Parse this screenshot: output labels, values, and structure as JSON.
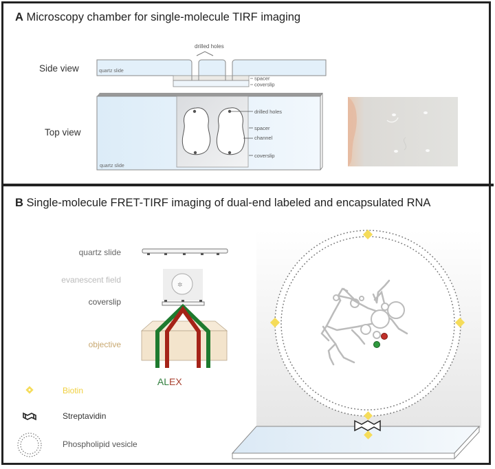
{
  "panel_a": {
    "letter": "A",
    "title": "Microscopy chamber for single-molecule TIRF imaging",
    "side_view": {
      "label": "Side view",
      "slide_label": "quartz slide",
      "holes_label": "drilled holes",
      "spacer_label": "spacer",
      "coverslip_label": "coverslip"
    },
    "top_view": {
      "label": "Top view",
      "slide_label": "quartz slide",
      "holes_label": "drilled holes",
      "spacer_label": "spacer",
      "channel_label": "channel",
      "coverslip_label": "coverslip"
    },
    "photo": {
      "description": "photograph of assembled chamber"
    }
  },
  "panel_b": {
    "letter": "B",
    "title": "Single-molecule FRET-TIRF imaging of dual-end labeled and encapsulated RNA",
    "setup_labels": {
      "quartz_slide": "quartz slide",
      "evanescent_field": "evanescent field",
      "coverslip": "coverslip",
      "objective": "objective",
      "alex_a": "AL",
      "alex_b": "EX"
    },
    "legend": [
      {
        "icon": "biotin-diamond-icon",
        "label": "Biotin"
      },
      {
        "icon": "streptavidin-icon",
        "label": "Streptavidin"
      },
      {
        "icon": "vesicle-icon",
        "label": "Phospholipid vesicle"
      }
    ],
    "colors": {
      "green_laser": "#1e7a2e",
      "red_laser": "#a52318",
      "biotin": "#f5dc5a",
      "objective": "#f3e4cc",
      "objective_label": "#c8a870",
      "slide": "#e3f0fa"
    }
  }
}
